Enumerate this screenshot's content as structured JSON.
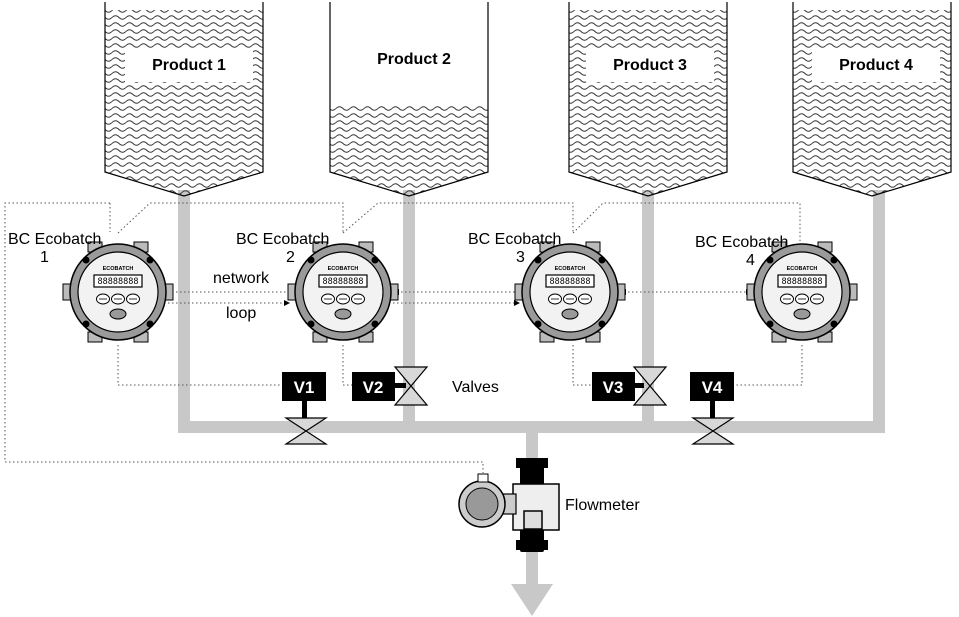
{
  "tanks": [
    {
      "id": "product-1",
      "label": "Product 1",
      "fill_fraction": 1.0
    },
    {
      "id": "product-2",
      "label": "Product 2",
      "fill_fraction": 0.45
    },
    {
      "id": "product-3",
      "label": "Product 3",
      "fill_fraction": 1.0
    },
    {
      "id": "product-4",
      "label": "Product 4",
      "fill_fraction": 1.0
    }
  ],
  "controllers": [
    {
      "id": "controller-1",
      "label": "BC Ecobatch",
      "number": "1",
      "brand": "ECOBATCH",
      "display": "88888888"
    },
    {
      "id": "controller-2",
      "label": "BC Ecobatch",
      "number": "2",
      "brand": "ECOBATCH",
      "display": "88888888"
    },
    {
      "id": "controller-3",
      "label": "BC Ecobatch",
      "number": "3",
      "brand": "ECOBATCH",
      "display": "88888888"
    },
    {
      "id": "controller-4",
      "label": "BC Ecobatch",
      "number": "4",
      "brand": "ECOBATCH",
      "display": "88888888"
    }
  ],
  "valves": [
    {
      "id": "v1",
      "label": "V1"
    },
    {
      "id": "v2",
      "label": "V2"
    },
    {
      "id": "v3",
      "label": "V3"
    },
    {
      "id": "v4",
      "label": "V4"
    }
  ],
  "labels": {
    "network": "network",
    "loop": "loop",
    "valves": "Valves",
    "flowmeter": "Flowmeter"
  },
  "colors": {
    "pipe": "#c8c8c8",
    "valve_tag": "#000000",
    "outline": "#000000",
    "meter_ring": "#999999"
  }
}
